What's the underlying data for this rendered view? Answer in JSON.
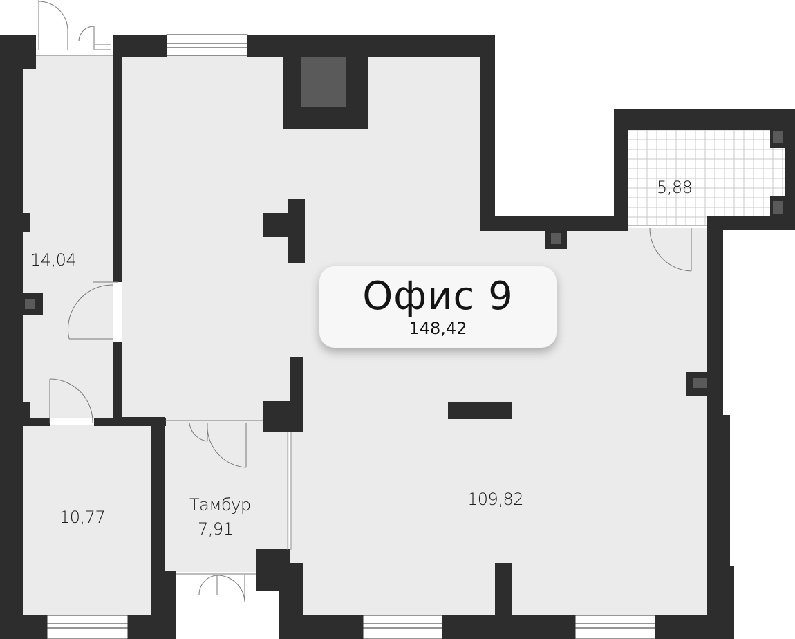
{
  "title": {
    "name": "Офис 9",
    "total_area": "148,42"
  },
  "rooms": {
    "corridor": {
      "area": "14,04"
    },
    "office_left": {
      "area": "10,77"
    },
    "vestibule": {
      "name": "Тамбур",
      "area": "7,91"
    },
    "main_hall": {
      "area": "109,82"
    },
    "bathroom": {
      "area": "5,88"
    }
  },
  "colors": {
    "wall": "#2d2d2d",
    "floor": "#ebebeb",
    "tile_grid": "#c8c8c8",
    "shaft": "#5a5a5a",
    "window": "#ffffff"
  }
}
